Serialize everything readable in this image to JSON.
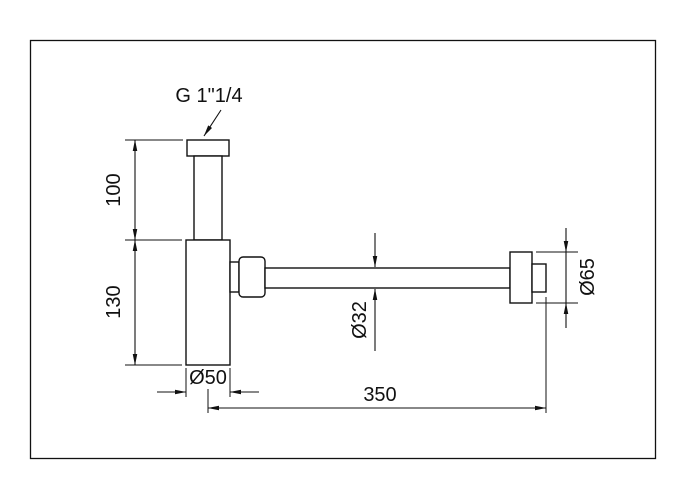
{
  "drawing": {
    "labels": {
      "thread_size": "G 1\"1/4",
      "inlet_height": "100",
      "body_height": "130",
      "body_diameter": "Ø50",
      "pipe_diameter": "Ø32",
      "flange_diameter": "Ø65",
      "pipe_length": "350"
    }
  }
}
